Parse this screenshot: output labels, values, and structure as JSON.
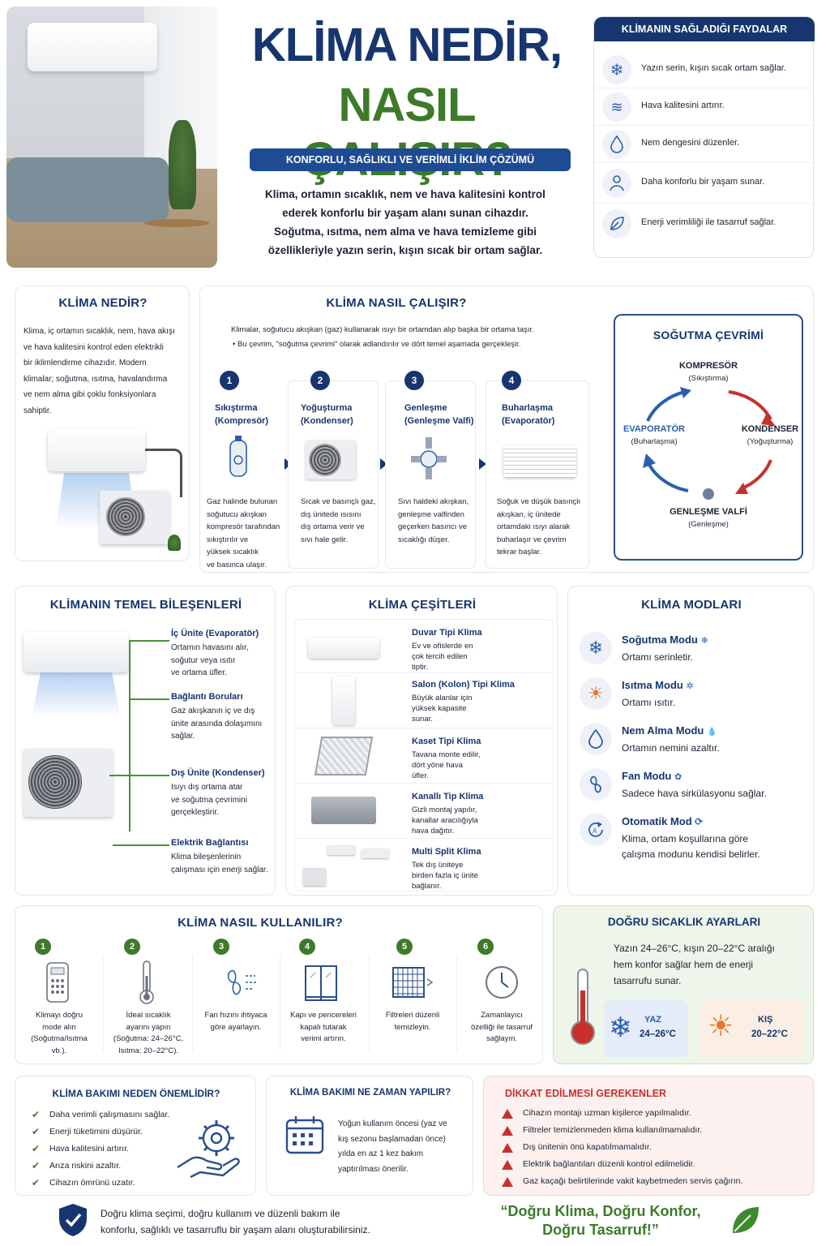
{
  "hero": {
    "title_line1": "KLİMA NEDİR,",
    "title_line2": "NASIL ÇALIŞIR?",
    "subtitle": "KONFORLU, SAĞLIKLI VE VERİMLİ İKLİM ÇÖZÜMÜ",
    "desc_lines": [
      "Klima, ortamın sıcaklık, nem ve hava kalitesini kontrol",
      "ederek konforlu bir yaşam alanı sunan cihazdır.",
      "Soğutma, ısıtma, nem alma ve hava temizleme gibi",
      "özellikleriyle yazın serin, kışın sıcak bir ortam sağlar."
    ]
  },
  "benefits": {
    "title": "KLİMANIN SAĞLADIĞI FAYDALAR",
    "items": [
      {
        "icon": "snowflake-icon",
        "text": "Yazın serin, kışın sıcak ortam sağlar."
      },
      {
        "icon": "air-waves-icon",
        "text": "Hava kalitesini artırır."
      },
      {
        "icon": "water-drop-icon",
        "text": "Nem dengesini düzenler."
      },
      {
        "icon": "person-comfort-icon",
        "text": "Daha konforlu bir yaşam sunar."
      },
      {
        "icon": "leaf-icon",
        "text": "Enerji verimliliği ile tasarruf sağlar."
      }
    ]
  },
  "what": {
    "title": "KLİMA NEDİR?",
    "lines": [
      "Klima, iç ortamın sıcaklık, nem, hava akışı",
      "ve hava kalitesini kontrol eden elektrikli",
      "bir iklimlendirme cihazıdır. Modern",
      "klimalar; soğutma, ısıtma, havalandırma",
      "ve nem alma gibi çoklu fonksiyonlara",
      "sahiptir."
    ]
  },
  "how": {
    "title": "KLİMA NASIL ÇALIŞIR?",
    "intro1": "Klimalar, soğutucu akışkan (gaz) kullanarak ısıyı bir ortamdan alıp başka bir ortama taşır.",
    "intro2": "Bu çevrim, \"soğutma çevrimi\" olarak adlandırılır ve dört temel aşamada gerçekleşir.",
    "steps": [
      {
        "num": "1",
        "t1": "Sıkıştırma",
        "t2": "(Kompresör)",
        "desc": [
          "Gaz halinde bulunan",
          "soğutucu akışkan",
          "kompresör tarafından",
          "sıkıştırılır ve",
          "yüksek sıcaklık",
          "ve basınca ulaşır."
        ]
      },
      {
        "num": "2",
        "t1": "Yoğuşturma",
        "t2": "(Kondenser)",
        "desc": [
          "Sıcak ve basınçlı gaz,",
          "dış ünitede ısısını",
          "dış ortama verir ve",
          "sıvı hale gelir."
        ]
      },
      {
        "num": "3",
        "t1": "Genleşme",
        "t2": "(Genleşme Valfi)",
        "desc": [
          "Sıvı haldeki akışkan,",
          "genleşme valfinden",
          "geçerken basıncı ve",
          "sıcaklığı düşer."
        ]
      },
      {
        "num": "4",
        "t1": "Buharlaşma",
        "t2": "(Evaporatör)",
        "desc": [
          "Soğuk ve düşük basınçlı",
          "akışkan, iç ünitede",
          "ortamdaki ısıyı alarak",
          "buharlaşır ve çevrim",
          "tekrar başlar."
        ]
      }
    ]
  },
  "cycle": {
    "title": "SOĞUTMA ÇEVRİMİ",
    "top": "KOMPRESÖR",
    "top_sub": "(Sıkıştırma)",
    "right": "KONDENSER",
    "right_sub": "(Yoğuşturma)",
    "bottom": "GENLEŞME VALFİ",
    "bottom_sub": "(Genleşme)",
    "left": "EVAPORATÖR",
    "left_sub": "(Buharlaşma)"
  },
  "components": {
    "title": "KLİMANIN TEMEL BİLEŞENLERİ",
    "items": [
      {
        "title": "İç Ünite (Evaporatör)",
        "desc": [
          "Ortamın havasını alır,",
          "soğutur veya ısıtır",
          "ve ortama üfler."
        ]
      },
      {
        "title": "Bağlantı Boruları",
        "desc": [
          "Gaz akışkanın iç ve dış",
          "ünite arasında dolaşımını",
          "sağlar."
        ]
      },
      {
        "title": "Dış Ünite (Kondenser)",
        "desc": [
          "Isıyı dış ortama atar",
          "ve soğutma çevrimini",
          "gerçekleştirir."
        ]
      },
      {
        "title": "Elektrik Bağlantısı",
        "desc": [
          "Klima bileşenlerinin",
          "çalışması için enerji sağlar."
        ]
      }
    ]
  },
  "types": {
    "title": "KLİMA ÇEŞİTLERİ",
    "items": [
      {
        "title": "Duvar Tipi Klima",
        "desc": [
          "Ev ve ofislerde en",
          "çok tercih edilen",
          "tiptir."
        ]
      },
      {
        "title": "Salon (Kolon) Tipi Klima",
        "desc": [
          "Büyük alanlar için",
          "yüksek kapasite",
          "sunar."
        ]
      },
      {
        "title": "Kaset Tipi Klima",
        "desc": [
          "Tavana monte edilir,",
          "dört yöne hava",
          "üfler."
        ]
      },
      {
        "title": "Kanallı Tip Klima",
        "desc": [
          "Gizli montaj yapılır,",
          "kanallar aracılığıyla",
          "hava dağıtır."
        ]
      },
      {
        "title": "Multi Split Klima",
        "desc": [
          "Tek dış üniteye",
          "birden fazla iç ünite",
          "bağlanır."
        ]
      }
    ]
  },
  "modes": {
    "title": "KLİMA MODLARI",
    "items": [
      {
        "icon": "snowflake-icon",
        "title": "Soğutma Modu",
        "desc": [
          "Ortamı serinletir."
        ],
        "color": "#2b5fae"
      },
      {
        "icon": "sun-icon",
        "title": "Isıtma Modu",
        "desc": [
          "Ortamı ısıtır."
        ],
        "color": "#e8762a"
      },
      {
        "icon": "drop-icon",
        "title": "Nem Alma Modu",
        "desc": [
          "Ortamın nemini azaltır."
        ],
        "color": "#2b5fae"
      },
      {
        "icon": "fan-icon",
        "title": "Fan Modu",
        "desc": [
          "Sadece hava sirkülasyonu sağlar."
        ],
        "color": "#2b5fae"
      },
      {
        "icon": "auto-icon",
        "title": "Otomatik Mod",
        "desc": [
          "Klima, ortam koşullarına göre",
          "çalışma modunu kendisi belirler."
        ],
        "color": "#2b5fae"
      }
    ]
  },
  "usage": {
    "title": "KLİMA NASIL KULLANILIR?",
    "steps": [
      {
        "num": "1",
        "icon": "remote-icon",
        "text": [
          "Klimayı doğru",
          "mode alın",
          "(Soğutma/Isıtma",
          "vb.)."
        ]
      },
      {
        "num": "2",
        "icon": "thermometer-icon",
        "text": [
          "İdeal sıcaklık",
          "ayarını yapın",
          "(Soğutma: 24–26°C,",
          "Isıtma: 20–22°C)."
        ]
      },
      {
        "num": "3",
        "icon": "fan-speed-icon",
        "text": [
          "Fan hızını ihtiyaca",
          "göre ayarlayın."
        ]
      },
      {
        "num": "4",
        "icon": "window-icon",
        "text": [
          "Kapı ve pencereleri",
          "kapalı tutarak",
          "verimi artırın."
        ]
      },
      {
        "num": "5",
        "icon": "filter-icon",
        "text": [
          "Filtreleri düzenli",
          "temizleyin."
        ]
      },
      {
        "num": "6",
        "icon": "clock-icon",
        "text": [
          "Zamanlayıcı",
          "özelliği ile tasarruf",
          "sağlayın."
        ]
      }
    ]
  },
  "temp": {
    "title": "DOĞRU SICAKLIK AYARLARI",
    "desc": [
      "Yazın 24–26°C, kışın 20–22°C aralığı",
      "hem konfor sağlar hem de enerji",
      "tasarrufu sunar."
    ],
    "summer_label": "YAZ",
    "summer_value": "24–26°C",
    "winter_label": "KIŞ",
    "winter_value": "20–22°C"
  },
  "maint_why": {
    "title": "KLİMA BAKIMI NEDEN ÖNEMLİDİR?",
    "items": [
      "Daha verimli çalışmasını sağlar.",
      "Enerji tüketimini düşürür.",
      "Hava kalitesini artırır.",
      "Arıza riskini azaltır.",
      "Cihazın ömrünü uzatır."
    ]
  },
  "maint_when": {
    "title": "KLİMA BAKIMI NE ZAMAN YAPILIR?",
    "lines": [
      "Yoğun kullanım öncesi (yaz ve",
      "kış sezonu başlamadan önce)",
      "yılda en az 1 kez bakım",
      "yaptırılması önerilir."
    ]
  },
  "warnings": {
    "title": "DİKKAT EDİLMESİ GEREKENLER",
    "items": [
      "Cihazın montajı uzman kişilerce yapılmalıdır.",
      "Filtreler temizlenmeden klima kullanılmamalıdır.",
      "Dış ünitenin önü kapatılmamalıdır.",
      "Elektrik bağlantıları düzenli kontrol edilmelidir.",
      "Gaz kaçağı belirtilerinde vakit kaybetmeden servis çağırın."
    ]
  },
  "footer": {
    "text1": "Doğru klima seçimi, doğru kullanım ve düzenli bakım ile",
    "text2": "konforlu, sağlıklı ve tasarruflu bir yaşam alanı oluşturabilirsiniz.",
    "quote1": "“Doğru Klima, Doğru Konfor,",
    "quote2": "Doğru Tasarruf!”"
  },
  "colors": {
    "navy": "#17356e",
    "green": "#3d7a2a",
    "red": "#c8312b",
    "blue": "#2b5fae",
    "orange": "#e8762a"
  }
}
